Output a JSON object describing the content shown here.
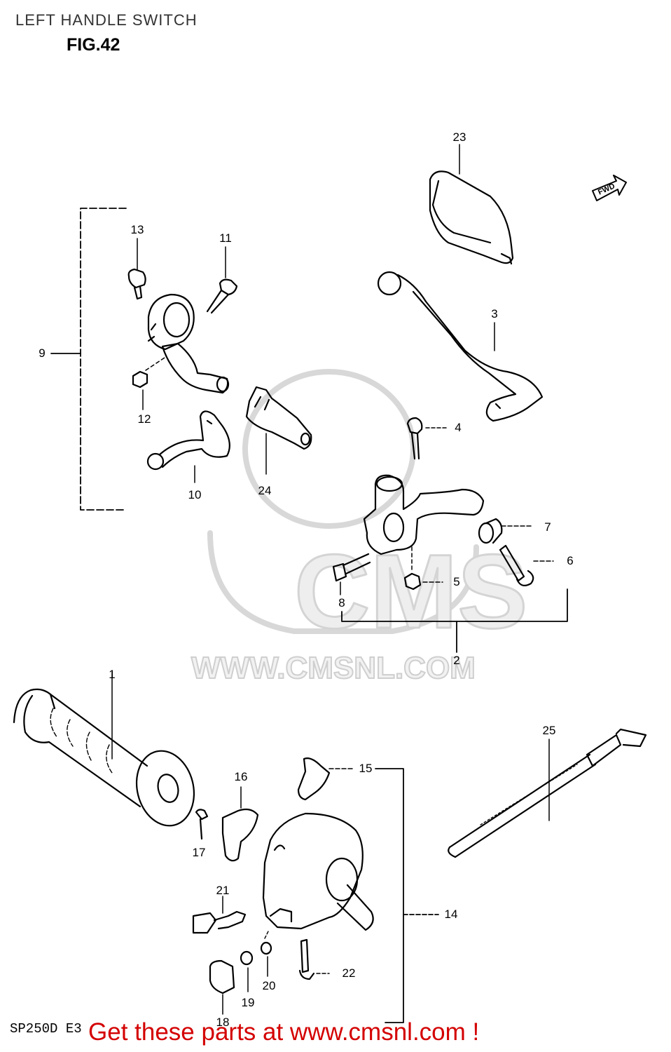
{
  "header": {
    "title": "LEFT HANDLE SWITCH",
    "figure": "FIG.42"
  },
  "watermark": "WWW.CMSNL.COM",
  "direction_tag": "FWD",
  "footer": {
    "model": "SP250D E3",
    "promo": "Get these parts at www.cmsnl.com !"
  },
  "callouts": {
    "c1": "1",
    "c2": "2",
    "c3": "3",
    "c4": "4",
    "c5": "5",
    "c6": "6",
    "c7": "7",
    "c8": "8",
    "c9": "9",
    "c10": "10",
    "c11": "11",
    "c12": "12",
    "c13": "13",
    "c14": "14",
    "c15": "15",
    "c16": "16",
    "c17": "17",
    "c18": "18",
    "c19": "19",
    "c20": "20",
    "c21": "21",
    "c22": "22",
    "c23": "23",
    "c24": "24",
    "c25": "25"
  },
  "colors": {
    "line": "#000000",
    "promo": "#d40000",
    "watermark": "#d0d0d0"
  }
}
